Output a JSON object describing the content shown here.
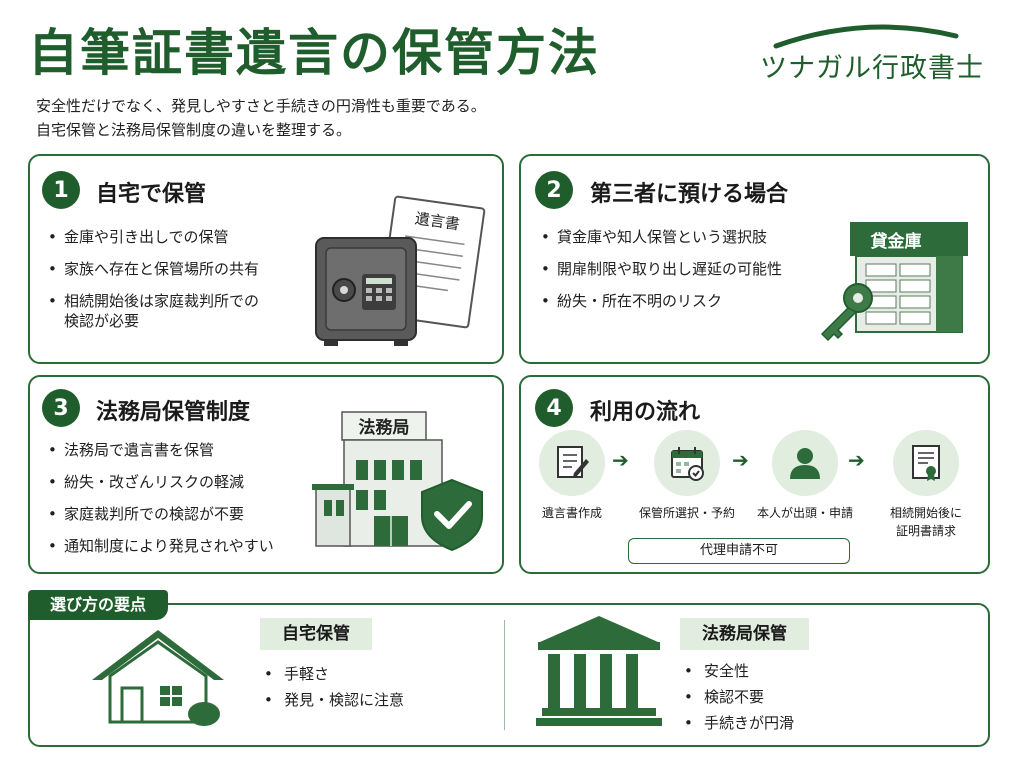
{
  "title": "自筆証書遺言の保管方法",
  "brand": "ツナガル行政書士",
  "intro": [
    "安全性だけでなく、発見しやすさと手続きの円滑性も重要である。",
    "自宅保管と法務局保管制度の違いを整理する。"
  ],
  "cards": [
    {
      "number": "1",
      "title": "自宅で保管",
      "bullets": [
        [
          "金庫や引き出しでの保管"
        ],
        [
          "家族へ存在と保管場所の共有"
        ],
        [
          "相続開始後は家庭裁判所での",
          "検認が必要"
        ]
      ],
      "illus_label": "遺言書",
      "icons": [
        "safe-icon",
        "document-icon"
      ]
    },
    {
      "number": "2",
      "title": "第三者に預ける場合",
      "bullets": [
        [
          "貸金庫や知人保管という選択肢"
        ],
        [
          "開扉制限や取り出し遅延の可能性"
        ],
        [
          "紛失・所在不明のリスク"
        ]
      ],
      "illus_label": "貸金庫",
      "icons": [
        "safe-deposit-icon",
        "key-icon"
      ]
    },
    {
      "number": "3",
      "title": "法務局保管制度",
      "bullets": [
        [
          "法務局で遺言書を保管"
        ],
        [
          "紛失・改ざんリスクの軽減"
        ],
        [
          "家庭裁判所での検認が不要"
        ],
        [
          "通知制度により発見されやすい"
        ]
      ],
      "illus_label": "法務局",
      "icons": [
        "building-icon",
        "shield-check-icon"
      ]
    },
    {
      "number": "4",
      "title": "利用の流れ",
      "steps": [
        {
          "label": [
            "遺言書作成"
          ],
          "icon": "document-pen-icon"
        },
        {
          "label": [
            "保管所選択・予約"
          ],
          "icon": "calendar-check-icon"
        },
        {
          "label": [
            "本人が出頭・申請"
          ],
          "icon": "person-icon"
        },
        {
          "label": [
            "相続開始後に",
            "証明書請求"
          ],
          "icon": "certificate-icon"
        }
      ],
      "note": "代理申請不可"
    }
  ],
  "summary": {
    "heading": "選び方の要点",
    "home": {
      "label": "自宅保管",
      "points": [
        "手軽さ",
        "発見・検認に注意"
      ],
      "icon": "house-icon"
    },
    "bureau": {
      "label": "法務局保管",
      "points": [
        "安全性",
        "検認不要",
        "手続きが円滑"
      ],
      "icon": "courthouse-icon"
    }
  },
  "colors": {
    "primary": "#1f5e2c",
    "light": "#e0eddf",
    "border": "#2b6b37"
  }
}
